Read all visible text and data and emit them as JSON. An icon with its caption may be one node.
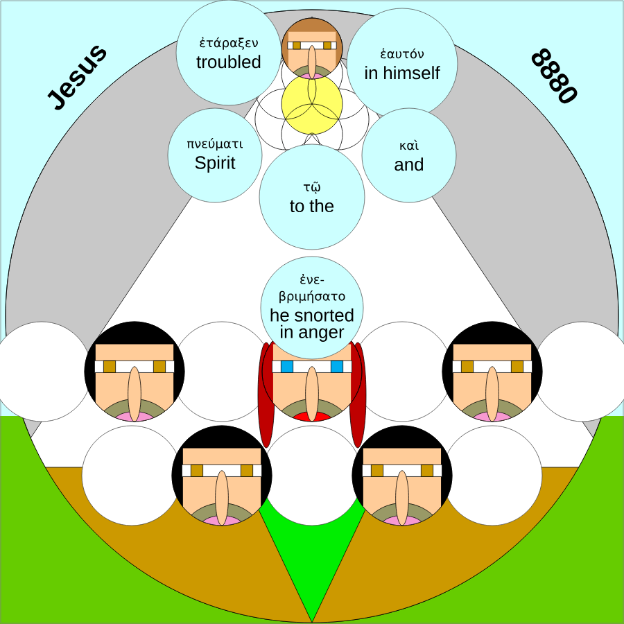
{
  "diagram": {
    "nodes": [
      {
        "text": [
          "ἐτάραξεν",
          "troubled"
        ]
      },
      {
        "text": [
          "ἑαυτόν",
          "in himself"
        ]
      },
      {
        "text": [
          "πνεύματι",
          "Spirit"
        ]
      },
      {
        "text": [
          "καὶ",
          "and"
        ]
      },
      {
        "text": [
          "τῷ",
          "to the"
        ]
      },
      {
        "text": [
          "ἐνε- βριμήσατο",
          "he snorted in anger"
        ]
      }
    ],
    "labels": [
      "Jesus",
      "8880"
    ]
  }
}
